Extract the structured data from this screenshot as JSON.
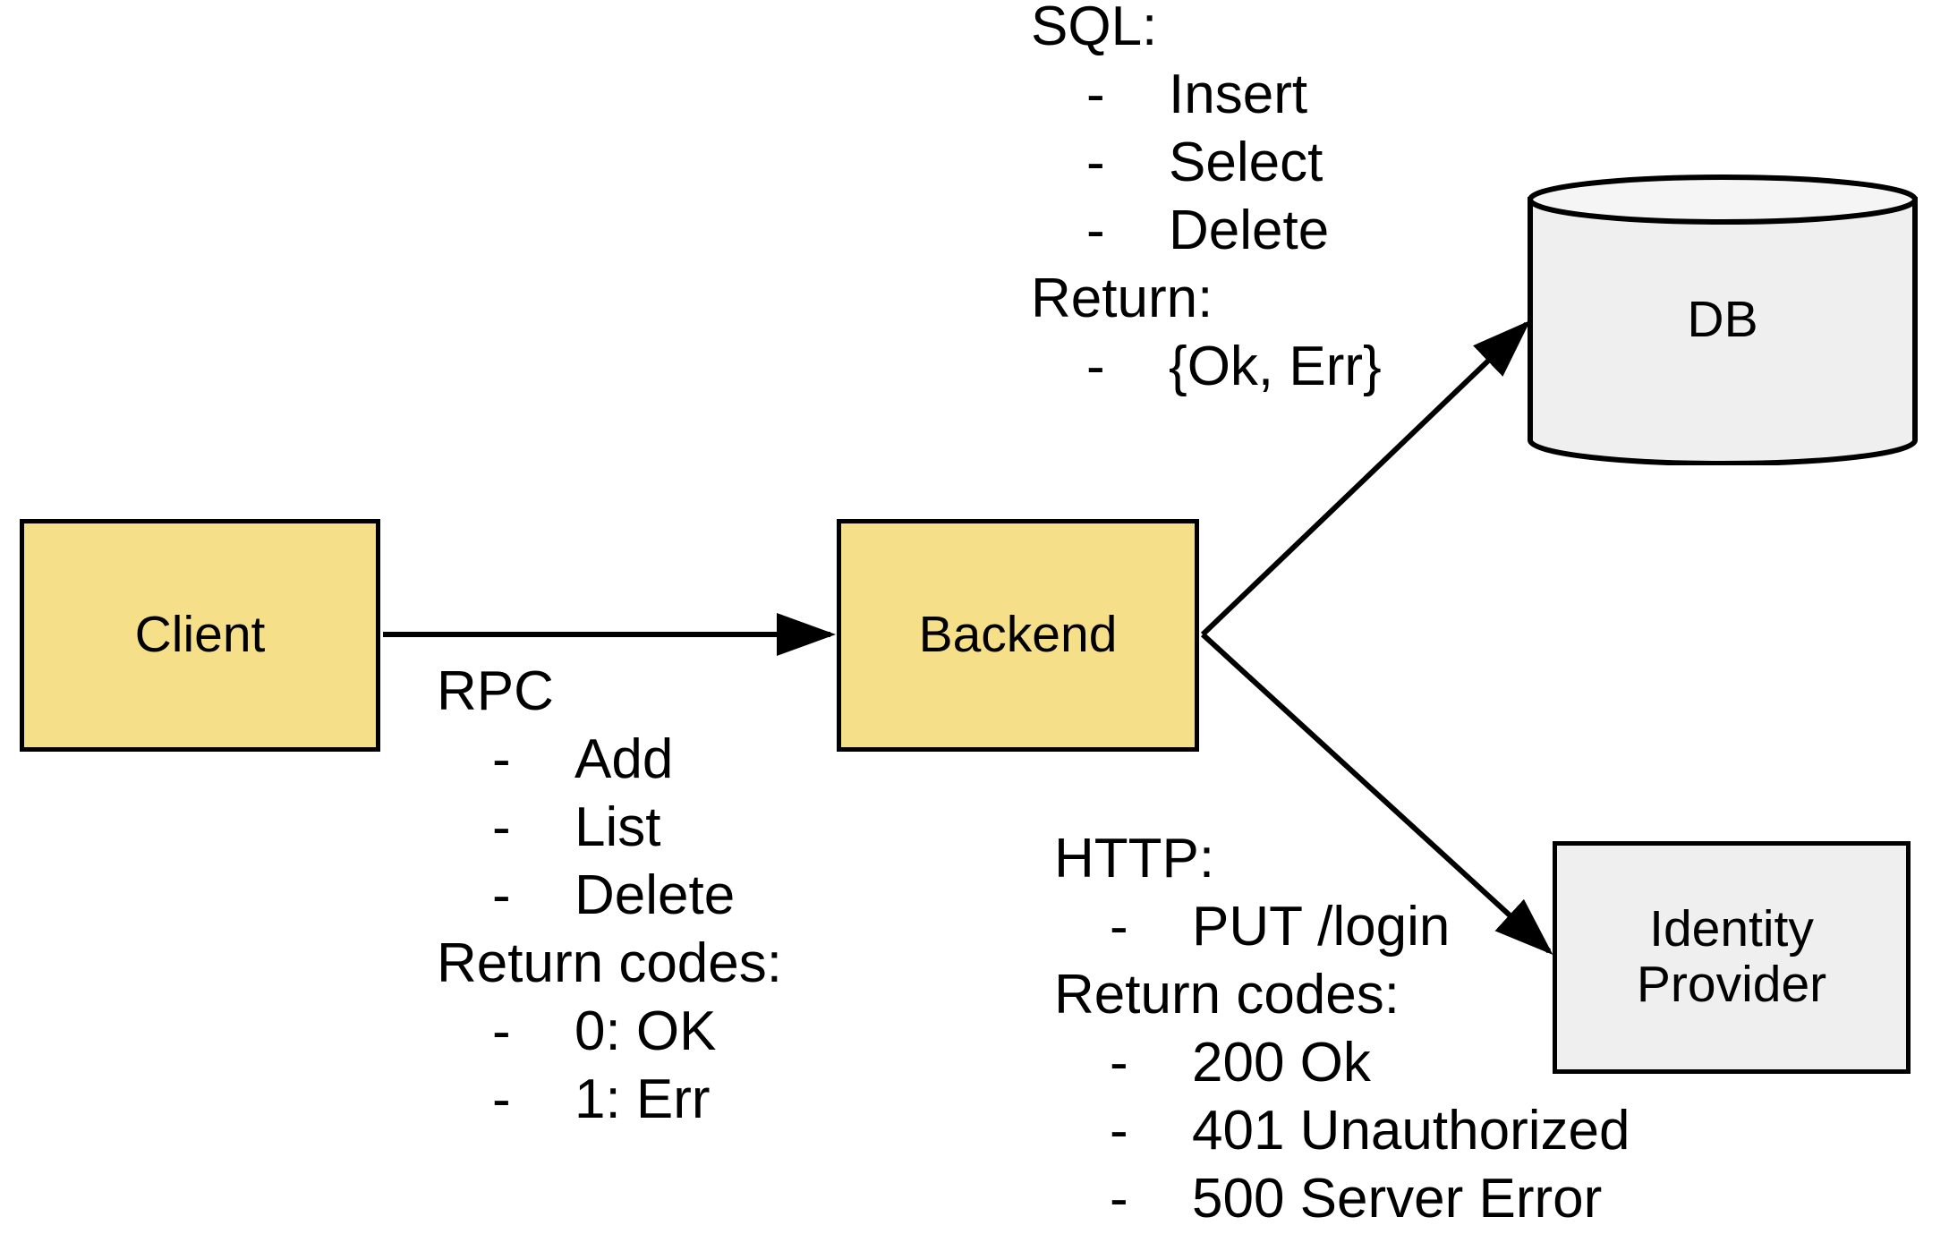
{
  "diagram": {
    "title": "Client / Backend / DB / Identity Provider architecture",
    "colors": {
      "node_yellow": "#f5df89",
      "node_gray": "#efefef",
      "stroke": "#000000",
      "background": "#ffffff"
    },
    "nodes": {
      "client": {
        "label": "Client",
        "shape": "rectangle",
        "fill": "#f5df89"
      },
      "backend": {
        "label": "Backend",
        "shape": "rectangle",
        "fill": "#f5df89"
      },
      "db": {
        "label": "DB",
        "shape": "cylinder",
        "fill": "#efefef"
      },
      "identity_provider": {
        "label": "Identity\nProvider",
        "line1": "Identity",
        "line2": "Provider",
        "shape": "rectangle",
        "fill": "#efefef"
      }
    },
    "edges": [
      {
        "from": "client",
        "to": "backend",
        "style": "solid-arrow",
        "annotation": "rpc"
      },
      {
        "from": "backend",
        "to": "db",
        "style": "solid-arrow",
        "annotation": "sql"
      },
      {
        "from": "backend",
        "to": "identity_provider",
        "style": "solid-arrow",
        "annotation": "http"
      }
    ],
    "annotations": {
      "sql": {
        "heading": "SQL:",
        "items": [
          "Insert",
          "Select",
          "Delete"
        ],
        "return_heading": "Return:",
        "return_items": [
          "{Ok, Err}"
        ],
        "dash": "-"
      },
      "rpc": {
        "heading": "RPC",
        "items": [
          "Add",
          "List",
          "Delete"
        ],
        "return_heading": "Return codes:",
        "return_items": [
          "0: OK",
          "1: Err"
        ],
        "dash": "-"
      },
      "http": {
        "heading": "HTTP:",
        "items": [
          "PUT /login"
        ],
        "return_heading": "Return codes:",
        "return_items": [
          "200 Ok",
          "401 Unauthorized",
          "500 Server Error"
        ],
        "dash": "-"
      }
    }
  }
}
